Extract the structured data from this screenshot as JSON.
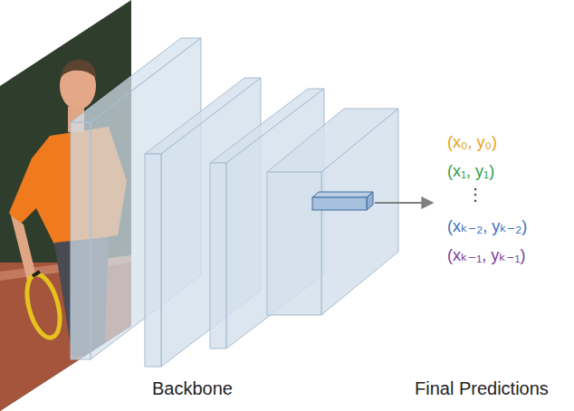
{
  "diagram": {
    "labels": [
      "(x₀, y₀)",
      "(x₁, y₁)",
      "⋮",
      "(xₖ₋₂, yₖ₋₂)",
      "(xₖ₋₁, yₖ₋₁)",
      "Backbone",
      "Final Predictions"
    ]
  }
}
